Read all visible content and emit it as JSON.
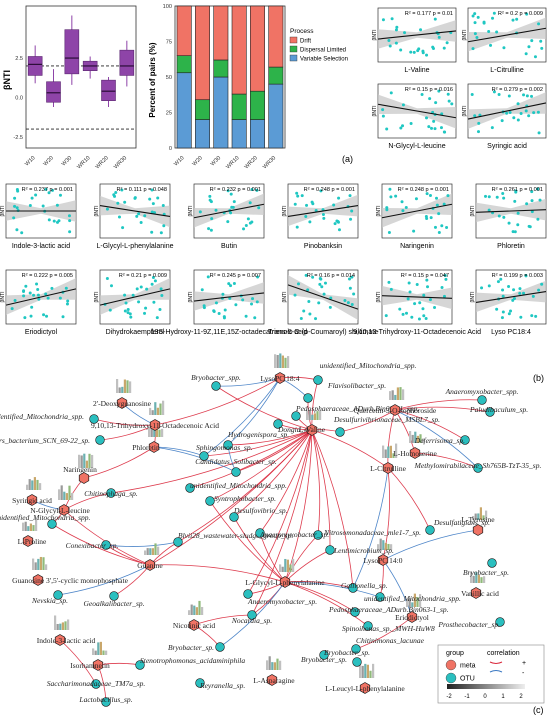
{
  "panel_a": {
    "boxplot": {
      "ylabel": "βNTI",
      "categories": [
        "W10",
        "W20",
        "W30",
        "WR10",
        "WR20",
        "WR30"
      ],
      "yticks": [
        "2.5",
        "0.0",
        "-2.5"
      ],
      "boxes": [
        {
          "q1": 1.4,
          "med": 2.1,
          "q3": 2.6,
          "lo": 0.9,
          "hi": 3.3
        },
        {
          "q1": -0.3,
          "med": 0.3,
          "q3": 1.0,
          "lo": -0.6,
          "hi": 1.8
        },
        {
          "q1": 1.5,
          "med": 2.5,
          "q3": 4.3,
          "lo": 0.8,
          "hi": 5.2
        },
        {
          "q1": 1.7,
          "med": 2.0,
          "q3": 2.3,
          "lo": 1.2,
          "hi": 2.6
        },
        {
          "q1": -0.2,
          "med": 0.4,
          "q3": 1.1,
          "lo": -0.6,
          "hi": 1.3
        },
        {
          "q1": 1.4,
          "med": 2.0,
          "q3": 3.0,
          "lo": 0.7,
          "hi": 3.6
        }
      ],
      "ylim": [
        -3.2,
        5.8
      ],
      "color": "#8e44a8"
    },
    "stacked": {
      "ylabel": "Percent of pairs (%)",
      "yticks": [
        "100",
        "75",
        "50",
        "25",
        "0"
      ],
      "legend_title": "Process",
      "categories": [
        "W10",
        "W20",
        "W30",
        "WR10",
        "WR20",
        "WR30"
      ],
      "series": [
        {
          "name": "Variable Selection",
          "color": "#5b9bd5",
          "values": [
            53,
            20,
            50,
            20,
            20,
            45
          ]
        },
        {
          "name": "Dispersal Limited",
          "color": "#2db34a",
          "values": [
            12,
            14,
            12,
            18,
            20,
            12
          ]
        },
        {
          "name": "Drift",
          "color": "#f07365",
          "values": [
            35,
            66,
            38,
            62,
            60,
            43
          ]
        }
      ]
    },
    "label": "(a)"
  },
  "panel_b_label": "(b)",
  "panel_c_label": "(c)",
  "top_scatter": [
    {
      "title": "L-Valine",
      "stat": "R² = 0.177  p = 0.01",
      "slope": 0.15
    },
    {
      "title": "L-Citrulline",
      "stat": "R² = 0.2  p = 0.009",
      "slope": 0.25
    },
    {
      "title": "N-Glycyl-L-leucine",
      "stat": "R² = 0.15  p = 0.016",
      "slope": -0.25
    },
    {
      "title": "Syringic acid",
      "stat": "R² = 0.279  p = 0.002",
      "slope": 0.3
    }
  ],
  "grid_scatter": [
    {
      "title": "Indole-3-lactic acid",
      "stat": "R² = 0.237  p = 0.001",
      "slope": 0.0
    },
    {
      "title": "L-Glycyl-L-phenylalanine",
      "stat": "R² = 0.111  p = 0.048",
      "slope": -0.2
    },
    {
      "title": "Butin",
      "stat": "R² = 0.232  p = 0.001",
      "slope": 0.25
    },
    {
      "title": "Pinobanksin",
      "stat": "R² = 0.248  p = 0.001",
      "slope": 0.2
    },
    {
      "title": "Naringenin",
      "stat": "R² = 0.248  p = 0.001",
      "slope": 0.25
    },
    {
      "title": "Phloretin",
      "stat": "R² = 0.261  p = 0.001",
      "slope": 0.05
    },
    {
      "title": "Eriodictyol",
      "stat": "R² = 0.222  p = 0.005",
      "slope": 0.3
    },
    {
      "title": "Dihydrokaempferol",
      "stat": "R² = 0.21  p = 0.009",
      "slope": 0.3
    },
    {
      "title": "13S-Hydroxy-11-9Z,11E,15Z-octadecatrienoic acid",
      "stat": "R² = 0.245  p = 0.007",
      "slope": 0.15
    },
    {
      "title": "Trans-5-O-(p-Coumaroyl) shikimate",
      "stat": "R² = 0.16  p = 0.014",
      "slope": -0.45
    },
    {
      "title": "9,10,13-Trihydroxy-11-Octadecenoic Acid",
      "stat": "R² = 0.15  p = 0.047",
      "slope": -0.05
    },
    {
      "title": "Lyso PC18:4",
      "stat": "R² = 0.199  p = 0.003",
      "slope": 0.2
    }
  ],
  "scatter_ylabel": "βNTI",
  "network": {
    "legend": {
      "group_title": "group",
      "group_items": [
        {
          "label": "meta",
          "color": "#f07365"
        },
        {
          "label": "OTU",
          "color": "#2abfbf"
        }
      ],
      "corr_title": "correlation",
      "corr_items": [
        {
          "label": "+",
          "color": "#d9263a"
        },
        {
          "label": "-",
          "color": "#3a78c2"
        }
      ],
      "scale_ticks": [
        "-2",
        "-1",
        "0",
        "1",
        "2"
      ]
    },
    "nodes": [
      {
        "id": "lvaline",
        "label": "L-Valine",
        "group": "meta"
      },
      {
        "id": "lcitrulline",
        "label": "L-Citrulline",
        "group": "meta"
      },
      {
        "id": "guanine",
        "label": "Guanine",
        "group": "meta"
      },
      {
        "id": "lgly",
        "label": "L-Glycyl-L-phenylalanine",
        "group": "meta"
      },
      {
        "id": "nglycyl",
        "label": "N-Glycyl-L-leucine",
        "group": "meta"
      },
      {
        "id": "lysopc184",
        "label": "LysoPC 18:4",
        "group": "meta"
      },
      {
        "id": "lysopc140",
        "label": "LysoPC 14:0",
        "group": "meta"
      },
      {
        "id": "quercetin",
        "label": "Quercetin-3-O-sophoroside",
        "group": "meta"
      },
      {
        "id": "lhomoserine",
        "label": "L-Homoserine",
        "group": "meta"
      },
      {
        "id": "ltyrosine",
        "label": "L-Tyrosine",
        "group": "meta"
      },
      {
        "id": "triol",
        "label": "9,10,13-Trihydroxy-11-Octadecenoic Acid",
        "group": "meta"
      },
      {
        "id": "phloretin",
        "label": "Phloretin",
        "group": "meta"
      },
      {
        "id": "naringenin",
        "label": "Naringenin",
        "group": "meta"
      },
      {
        "id": "syringic",
        "label": "Syringic acid",
        "group": "meta"
      },
      {
        "id": "lproline",
        "label": "L-Proline",
        "group": "meta"
      },
      {
        "id": "guanosine",
        "label": "Guanosine 3',5'-cyclic monophosphate",
        "group": "meta"
      },
      {
        "id": "indole",
        "label": "Indole-3-lactic acid",
        "group": "meta"
      },
      {
        "id": "isorhamnetin",
        "label": "Isorhamnetin",
        "group": "meta"
      },
      {
        "id": "lasparagine",
        "label": "L-Asparagine",
        "group": "meta"
      },
      {
        "id": "lleucyl",
        "label": "L-Leucyl-L-phenylalanine",
        "group": "meta"
      },
      {
        "id": "nicotinic",
        "label": "Nicotinic acid",
        "group": "meta"
      },
      {
        "id": "eriodictyol",
        "label": "Eriodictyol",
        "group": "meta"
      },
      {
        "id": "vanillic",
        "label": "Vanillic acid",
        "group": "meta"
      },
      {
        "id": "deoxyguanosine",
        "label": "2'-Deoxyguanosine",
        "group": "meta"
      },
      {
        "id": "bryo1",
        "label": "Bryobacter_spp.",
        "group": "otu"
      },
      {
        "id": "mito1",
        "label": "unidentified_Mitochondria_spp.",
        "group": "otu"
      },
      {
        "id": "flavisol",
        "label": "Flavisolibacter_sp.",
        "group": "otu"
      },
      {
        "id": "mito2",
        "label": "unidentified_Mitochondria_spp.",
        "group": "otu"
      },
      {
        "id": "others",
        "label": "Others_bacterium_SCN_69-22_sp.",
        "group": "otu"
      },
      {
        "id": "pedo1",
        "label": "Pedosphaeraceae_ADurb.Bin063-1_spp.",
        "group": "otu"
      },
      {
        "id": "hydrogeni",
        "label": "Hydrogenispora_sp.",
        "group": "otu"
      },
      {
        "id": "desulfo",
        "label": "Desulfurivibrionaceae_MSBL7_sp.",
        "group": "otu"
      },
      {
        "id": "sphingo1",
        "label": "Sphingomonas_sp.",
        "group": "otu"
      },
      {
        "id": "anaeromyxo1",
        "label": "Anaeromyxobacter_spp.",
        "group": "otu"
      },
      {
        "id": "paludi",
        "label": "Paludibaculum_sp.",
        "group": "otu"
      },
      {
        "id": "deferri",
        "label": "Deferrisoma_sp.",
        "group": "otu"
      },
      {
        "id": "methylo",
        "label": "Methylomirabilaceae_Sh765B-TzT-35_sp.",
        "group": "otu"
      },
      {
        "id": "chitinophaga",
        "label": "Chitinophaga_sp.",
        "group": "otu"
      },
      {
        "id": "candidatus",
        "label": "Candidatus_Solibacter_sp.",
        "group": "otu"
      },
      {
        "id": "mito3",
        "label": "unidentified_Mitochondria_spp.",
        "group": "otu"
      },
      {
        "id": "conexib",
        "label": "Conexibacter_sp.",
        "group": "otu"
      },
      {
        "id": "blvii",
        "label": "Blvii28_wastewater-sludge_group_sp.",
        "group": "otu"
      },
      {
        "id": "nevskia",
        "label": "Nevskia_sp.",
        "group": "otu"
      },
      {
        "id": "geoalkali",
        "label": "Geoalkalibacter_sp.",
        "group": "otu"
      },
      {
        "id": "nitrosomona",
        "label": "Nitrosomonadaceae_mle1-7_sp.",
        "group": "otu"
      },
      {
        "id": "lentimi",
        "label": "Lentimicrobium_sp.",
        "group": "otu"
      },
      {
        "id": "gallionella",
        "label": "Gallionella_sp.",
        "group": "otu"
      },
      {
        "id": "mito4",
        "label": "unidentified_Mitochondria_spp.",
        "group": "otu"
      },
      {
        "id": "pedo2",
        "label": "Pedosphaeraceae_ADurb.Bin063-1_sp.",
        "group": "otu"
      },
      {
        "id": "spino",
        "label": "Spinoihonas_sp._MWH-HuW8",
        "group": "otu"
      },
      {
        "id": "desulfati",
        "label": "Desulfatiglans_sp.",
        "group": "otu"
      },
      {
        "id": "bryo2",
        "label": "Bryobacter_sp.",
        "group": "otu"
      },
      {
        "id": "prosthe",
        "label": "Prosthecobacter_sp.",
        "group": "otu"
      },
      {
        "id": "dongia",
        "label": "Dongia_sp.",
        "group": "otu"
      },
      {
        "id": "saccharim",
        "label": "Saccharimonadaceae_TM7a_sp.",
        "group": "otu"
      },
      {
        "id": "stenotro",
        "label": "Stenotrophomonas_acidaminiphila",
        "group": "otu"
      },
      {
        "id": "lacto",
        "label": "Lactobacillus_sp.",
        "group": "otu"
      },
      {
        "id": "reyranella",
        "label": "Reyranella_sp.",
        "group": "otu"
      },
      {
        "id": "nocard",
        "label": "Nocardia_sp.",
        "group": "otu"
      },
      {
        "id": "bryo3",
        "label": "Bryobacter_sp.",
        "group": "otu"
      },
      {
        "id": "chitini",
        "label": "Chitinimonas_lacunae",
        "group": "otu"
      },
      {
        "id": "bryo4",
        "label": "Bryobacter_sp.",
        "group": "otu"
      },
      {
        "id": "anaerom2",
        "label": "Anaeromyxobacter_sp.",
        "group": "otu"
      },
      {
        "id": "desulfov",
        "label": "Desulfovibrio_sp.",
        "group": "otu"
      },
      {
        "id": "anaerom3",
        "label": "Anaeromyxobacter_sp.",
        "group": "otu"
      },
      {
        "id": "syntrophus",
        "label": "Syntrophobacter_sp.",
        "group": "otu"
      },
      {
        "id": "bryo5",
        "label": "Bryobacter_sp.",
        "group": "otu"
      },
      {
        "id": "mito5",
        "label": "unidentified_Mitochondria_spp.",
        "group": "otu"
      }
    ]
  }
}
